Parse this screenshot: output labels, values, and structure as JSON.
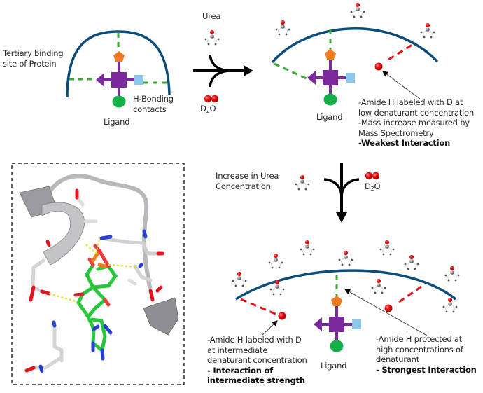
{
  "colors": {
    "protein_arc": "#0b4d7a",
    "hbond_green": "#3aaa35",
    "deuterium_red": "#e8121c",
    "ligand_purple": "#7a2a9c",
    "ligand_orange": "#f07a22",
    "ligand_lightblue": "#8cc8ec",
    "ligand_green": "#16b04a",
    "arrow_black": "#000000"
  },
  "panel_top_left": {
    "site_label_line1": "Tertiary binding",
    "site_label_line2": "site of Protein",
    "hbond_label_line1": "H-Bonding",
    "hbond_label_line2": "contacts",
    "ligand_label": "Ligand"
  },
  "reaction_top": {
    "reagent_top": "Urea",
    "reagent_bottom_prefix": "D",
    "reagent_bottom_sub": "2",
    "reagent_bottom_suffix": "O"
  },
  "panel_top_right": {
    "ligand_label": "Ligand",
    "note_line1": "-Amide H  labeled with D at",
    "note_line2": "low denaturant concentration",
    "note_line3": "-Mass increase measured by",
    "note_line4": "Mass Spectrometry",
    "note_bold": "-Weakest Interaction"
  },
  "reaction_middle": {
    "label_line1": "Increase in Urea",
    "label_line2": "Concentration",
    "reagent_right_prefix": "D",
    "reagent_right_sub": "2",
    "reagent_right_suffix": "O"
  },
  "panel_bottom_right": {
    "ligand_label": "Ligand",
    "left_note_line1": "-Amide H  labeled with D",
    "left_note_line2": "at intermediate",
    "left_note_line3": "denaturant concentration",
    "left_note_bold1": "- Interaction of",
    "left_note_bold2": "intermediate strength",
    "right_note_line1": "-Amide H  protected at",
    "right_note_line2": "high concentrations of",
    "right_note_line3": "denaturant",
    "right_note_bold": "- Strongest Interaction"
  },
  "structure_panel": {
    "description": "Crystal structure of ligand bound in protein binding site with hydrogen bonds"
  }
}
